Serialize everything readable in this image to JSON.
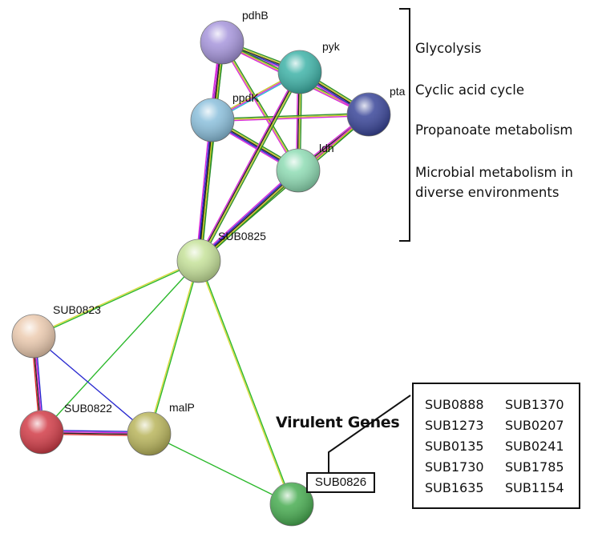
{
  "network": {
    "nodes": [
      {
        "id": "pdhB",
        "label": "pdhB",
        "color": "#a796dc"
      },
      {
        "id": "pyk",
        "label": "pyk",
        "color": "#3fb3a8"
      },
      {
        "id": "ppdK",
        "label": "ppdK",
        "color": "#8cc0dc"
      },
      {
        "id": "pta",
        "label": "pta",
        "color": "#3a4699"
      },
      {
        "id": "ldh",
        "label": "ldh",
        "color": "#8fdcb4"
      },
      {
        "id": "SUB0825",
        "label": "SUB0825",
        "color": "#c6e29a"
      },
      {
        "id": "SUB0823",
        "label": "SUB0823",
        "color": "#eccbb0"
      },
      {
        "id": "SUB0822",
        "label": "SUB0822",
        "color": "#d23d48"
      },
      {
        "id": "malP",
        "label": "malP",
        "color": "#b9b55c"
      },
      {
        "id": "SUB0826",
        "label": "SUB0826",
        "color": "#49ad52"
      }
    ]
  },
  "pathways": [
    "Glycolysis",
    "Cyclic acid cycle",
    "Propanoate metabolism",
    "Microbial metabolism in",
    "diverse environments"
  ],
  "virulent": {
    "title": "Virulent Genes",
    "genes_col1": [
      "SUB0888",
      "SUB1273",
      "SUB0135",
      "SUB1730",
      "SUB1635"
    ],
    "genes_col2": [
      "SUB1370",
      "SUB0207",
      "SUB0241",
      "SUB1785",
      "SUB1154"
    ]
  }
}
